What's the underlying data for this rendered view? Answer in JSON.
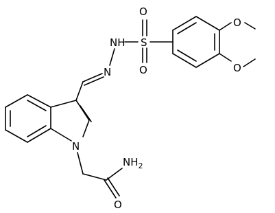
{
  "molecule": {
    "atoms": {
      "o_top": "O",
      "o_bottom": "O",
      "s": "S",
      "nh": "NH",
      "n_hydrazone": "N",
      "n_indole": "N",
      "o_methoxy_top": "O",
      "o_methoxy_bottom": "O",
      "nh2_main": "NH",
      "nh2_sub": "2",
      "o_carbonyl": "O"
    },
    "colors": {
      "bond": "#000000",
      "label": "#000000",
      "background": "#ffffff"
    }
  }
}
